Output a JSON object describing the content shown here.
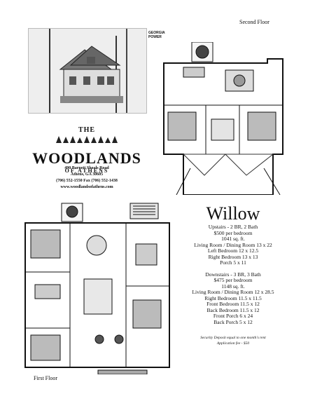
{
  "labels": {
    "second_floor": "Second Floor",
    "first_floor": "First Floor"
  },
  "logo": {
    "line1": "GEORGIA",
    "line2": "POWER"
  },
  "brand": {
    "the": "THE",
    "name": "WOODLANDS",
    "sub": "OF ATHENS"
  },
  "address": {
    "street": "490 Barnett Shoals Road",
    "city": "Athens, GA 30605",
    "phones": "(706) 552-1550    Fax (706) 552-1438",
    "web": "www.woodlandsofathens.com"
  },
  "unit": {
    "name": "Willow",
    "upstairs": [
      "Upstairs - 2 BR, 2 Bath",
      "$500 per bedroom",
      "1041 sq. ft.",
      "Living Room / Dining Room 13 x 22",
      "Left Bedroom 12 x 12.5",
      "Right Bedroom 13 x 13",
      "Porch 5 x 11"
    ],
    "downstairs": [
      "Downstairs - 3 BR, 3 Bath",
      "$475 per bedroom",
      "1148 sq. ft.",
      "Living Room / Dining Room 12 x 28.5",
      "Right Bedroom 11.5 x 11.5",
      "Front Bedroom 11.5 x 12",
      "Back Bedroom 11.5 x 12",
      "Front Porch 6 x 24",
      "Back Porch 5 x 12"
    ]
  },
  "notes": {
    "deposit": "Security Deposit equal to one month's rent",
    "fee": "Application fee - $50"
  }
}
